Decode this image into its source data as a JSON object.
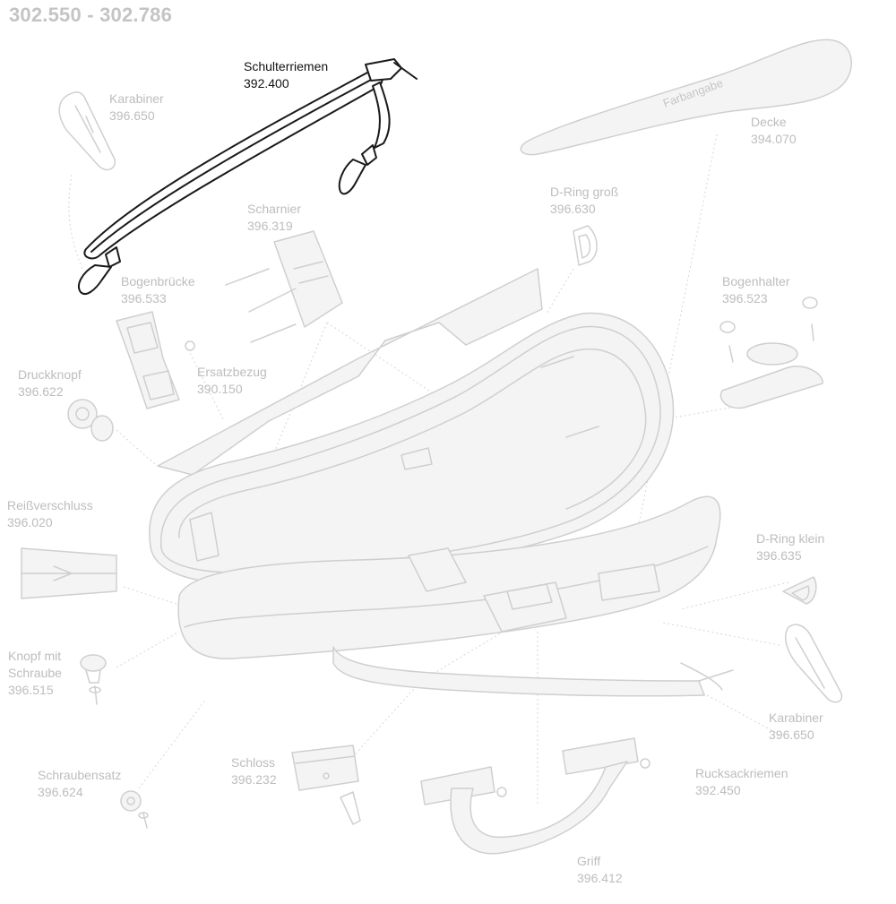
{
  "title": "302.550 - 302.786",
  "colors": {
    "highlight": "#111111",
    "muted": "#bdbdbd",
    "line_art": "#cfcfcf"
  },
  "parts": {
    "schulterriemen": {
      "name": "Schulterriemen",
      "number": "392.400",
      "highlighted": true
    },
    "karabiner_top": {
      "name": "Karabiner",
      "number": "396.650"
    },
    "decke": {
      "name": "Decke",
      "number": "394.070",
      "colour_label": "Farbangabe"
    },
    "scharnier": {
      "name": "Scharnier",
      "number": "396.319"
    },
    "d_ring_gross": {
      "name": "D-Ring groß",
      "number": "396.630"
    },
    "bogenbruecke": {
      "name": "Bogenbrücke",
      "number": "396.533"
    },
    "bogenhalter": {
      "name": "Bogenhalter",
      "number": "396.523"
    },
    "druckknopf": {
      "name": "Druckknopf",
      "number": "396.622"
    },
    "ersatzbezug": {
      "name": "Ersatzbezug",
      "number": "390.150"
    },
    "reissverschluss": {
      "name": "Reißverschluss",
      "number": "396.020"
    },
    "d_ring_klein": {
      "name": "D-Ring klein",
      "number": "396.635"
    },
    "knopf_schraube": {
      "name": "Knopf mit Schraube",
      "number": "396.515",
      "name_line1": "Knopf mit",
      "name_line2": "Schraube"
    },
    "karabiner_right": {
      "name": "Karabiner",
      "number": "396.650"
    },
    "schraubensatz": {
      "name": "Schraubensatz",
      "number": "396.624"
    },
    "schloss": {
      "name": "Schloss",
      "number": "396.232"
    },
    "rucksackriemen": {
      "name": "Rucksackriemen",
      "number": "392.450"
    },
    "griff": {
      "name": "Griff",
      "number": "396.412"
    }
  }
}
